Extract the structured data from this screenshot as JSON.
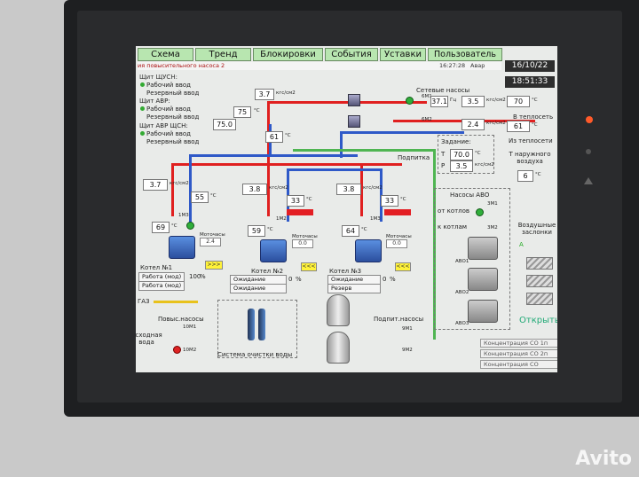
{
  "tabs": [
    "Схема",
    "Тренд",
    "Блокировки",
    "События",
    "Уставки",
    "Пользователь"
  ],
  "date": "16/10/22",
  "time": "18:51:33",
  "alarm": {
    "text": "ия повысительного насоса 2",
    "timestamp": "16:27:28",
    "tag": "Авар"
  },
  "panels": {
    "shchusn": {
      "title": "Щит ЩУСН:",
      "working": "Рабочий ввод",
      "reserve": "Резервный ввод"
    },
    "shchavr": {
      "title": "Щит АВР:",
      "working": "Рабочий ввод",
      "reserve": "Резервный ввод"
    },
    "shchavr_shchsn": {
      "title": "Щит АВР ЩСН:",
      "working": "Рабочий ввод",
      "reserve": "Резервный ввод"
    }
  },
  "readings": {
    "p_top": "3.7",
    "p_top_unit": "кгс/см2",
    "t_supply": "75",
    "t_supply_set": "75.0",
    "t_return": "61",
    "net_pumps_label": "Сетевые насосы",
    "net_hz": "37.1",
    "net_hz_unit": "Гц",
    "net_p1": "3.5",
    "net_p2": "2.4",
    "to_network_t": "70",
    "to_network_label": "В теплосеть",
    "from_network_t": "61",
    "from_network_label": "Из теплосети",
    "pump_6m1": "6М1",
    "pump_6m2": "6М2",
    "feed_label": "Подпитка",
    "setpoint_label": "Задание:",
    "setpoint_t_label": "T",
    "setpoint_t": "70.0",
    "setpoint_p_label": "P",
    "setpoint_p": "3.5",
    "outdoor_label": "T наружного воздуха",
    "outdoor_t": "6",
    "unit_c": "°C",
    "unit_p": "кгс/см2"
  },
  "boilers": [
    {
      "name": "Котел №1",
      "pressure": "3.7",
      "t_out": "55",
      "t_in": "69",
      "pump": "1М3",
      "hours_label": "Моточасы",
      "hours": "2.4",
      "state1": "Работа (мод)",
      "state2": "Работа (мод)",
      "power": "100",
      "power_unit": "%",
      "indicator": ">>>"
    },
    {
      "name": "Котел №2",
      "pressure": "3.8",
      "t_out": "33",
      "t_in": "59",
      "pump": "1М2",
      "hours_label": "Моточасы",
      "hours": "0.0",
      "state1": "Ожидание",
      "state2": "Ожидание",
      "power": "0",
      "power_unit": "%",
      "indicator": "<<<"
    },
    {
      "name": "Котел №3",
      "pressure": "3.8",
      "t_out": "33",
      "t_in": "64",
      "pump": "1М3",
      "hours_label": "Моточасы",
      "hours": "0.0",
      "state1": "Ожидание",
      "state2": "Резерв",
      "power": "0",
      "power_unit": "%",
      "indicator": "<<<"
    }
  ],
  "avo": {
    "title": "Насосы АВО",
    "from_boilers": "от котлов",
    "to_boilers": "к котлам",
    "pump_3m1": "3М1",
    "pump_3m2": "3М2",
    "units": [
      "АВО1",
      "АВО2",
      "АВО3"
    ]
  },
  "dampers": {
    "title": "Воздушные заслонки",
    "a_label": "A",
    "state": "Открыть"
  },
  "gas_label": "ГАЗ",
  "booster": {
    "title": "Повыс.насосы",
    "p1": "10М1",
    "p2": "10М2",
    "source_label": "Исходная вода"
  },
  "water_treatment": "Система очистки воды",
  "feed_pumps": {
    "title": "Подпит.насосы",
    "p1": "9М1",
    "p2": "9М2"
  },
  "co_buttons": [
    "Концентрация СО 1п",
    "Концентрация СО 2п",
    "Концентрация СО"
  ],
  "watermark": "Avito",
  "colors": {
    "tab_bg": "#b8e6b0",
    "screen_bg": "#e9ebe9",
    "hot_pipe": "#e02020",
    "cold_pipe": "#2f59c8",
    "feed_pipe": "#4fb552",
    "alarm_text": "#a11"
  }
}
